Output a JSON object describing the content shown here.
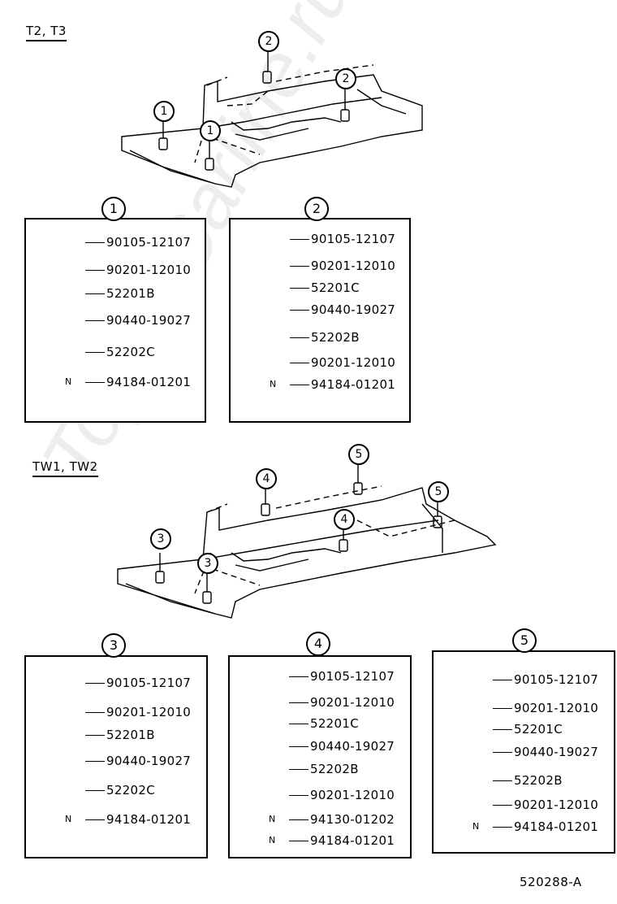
{
  "reference_code": "520288-A",
  "watermark": "ToyotaCarline.ru",
  "sections": [
    {
      "label": "T2, T3"
    },
    {
      "label": "TW1, TW2"
    }
  ],
  "callouts": {
    "c1a": "1",
    "c1b": "1",
    "c2a": "2",
    "c2b": "2",
    "c3a": "3",
    "c3b": "3",
    "c4a": "4",
    "c4b": "4",
    "c5a": "5",
    "c5b": "5"
  },
  "panels": [
    {
      "number": "1",
      "parts": [
        {
          "shape": "bolt",
          "pn": "90105-12107"
        },
        {
          "shape": "washer",
          "pn": "90201-12010"
        },
        {
          "shape": "cushion-upper",
          "pn": "52201B"
        },
        {
          "shape": "sleeve",
          "pn": "90440-19027"
        },
        {
          "shape": "cushion-lower",
          "pn": "52202C"
        },
        {
          "shape": "nut",
          "symbol": "N",
          "pn": "94184-01201"
        }
      ]
    },
    {
      "number": "2",
      "parts": [
        {
          "shape": "bolt",
          "pn": "90105-12107"
        },
        {
          "shape": "washer",
          "pn": "90201-12010"
        },
        {
          "shape": "cushion-upper",
          "pn": "52201C"
        },
        {
          "shape": "sleeve",
          "pn": "90440-19027"
        },
        {
          "shape": "cushion-lower",
          "pn": "52202B"
        },
        {
          "shape": "washer",
          "pn": "90201-12010"
        },
        {
          "shape": "nut",
          "symbol": "N",
          "pn": "94184-01201"
        }
      ]
    },
    {
      "number": "3",
      "parts": [
        {
          "shape": "bolt",
          "pn": "90105-12107"
        },
        {
          "shape": "washer",
          "pn": "90201-12010"
        },
        {
          "shape": "cushion-upper",
          "pn": "52201B"
        },
        {
          "shape": "sleeve",
          "pn": "90440-19027"
        },
        {
          "shape": "cushion-lower",
          "pn": "52202C"
        },
        {
          "shape": "nut",
          "symbol": "N",
          "pn": "94184-01201"
        }
      ]
    },
    {
      "number": "4",
      "parts": [
        {
          "shape": "bolt",
          "pn": "90105-12107"
        },
        {
          "shape": "washer",
          "pn": "90201-12010"
        },
        {
          "shape": "cushion-upper",
          "pn": "52201C"
        },
        {
          "shape": "sleeve",
          "pn": "90440-19027"
        },
        {
          "shape": "cushion-lower",
          "pn": "52202B"
        },
        {
          "shape": "washer",
          "pn": "90201-12010"
        },
        {
          "shape": "nut",
          "symbol": "N",
          "pn": "94130-01202"
        },
        {
          "shape": "nut",
          "symbol": "N",
          "pn": "94184-01201"
        }
      ]
    },
    {
      "number": "5",
      "parts": [
        {
          "shape": "bolt",
          "pn": "90105-12107"
        },
        {
          "shape": "washer",
          "pn": "90201-12010"
        },
        {
          "shape": "cushion-upper",
          "pn": "52201C"
        },
        {
          "shape": "sleeve",
          "pn": "90440-19027"
        },
        {
          "shape": "cushion-lower",
          "pn": "52202B"
        },
        {
          "shape": "washer",
          "pn": "90201-12010"
        },
        {
          "shape": "nut",
          "symbol": "N",
          "pn": "94184-01201"
        }
      ]
    }
  ]
}
